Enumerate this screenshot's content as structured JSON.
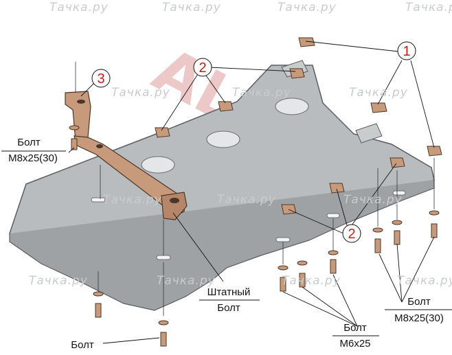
{
  "watermark": {
    "site_text": "Тачка.ру",
    "brand_text": "ALFeCO"
  },
  "callouts": {
    "c1": "1",
    "c2a": "2",
    "c2b": "2",
    "c3": "3"
  },
  "labels": {
    "bolt_m8_left_1": "Болт",
    "bolt_m8_left_2": "M8x25(30)",
    "stock_bolt_1": "Штатный",
    "stock_bolt_2": "Болт",
    "bolt_bottom": "Болт",
    "bolt_m8_right_1": "Болт",
    "bolt_m8_right_2": "M8x25(30)",
    "bolt_m6_1": "Болт",
    "bolt_m6_2": "M6x25"
  },
  "colors": {
    "plate_fill": "#b8bcbe",
    "plate_edge": "#5a5e60",
    "bracket": "#c89a7c",
    "callout_red": "#d01818",
    "watermark_red": "#ecc8c8"
  }
}
